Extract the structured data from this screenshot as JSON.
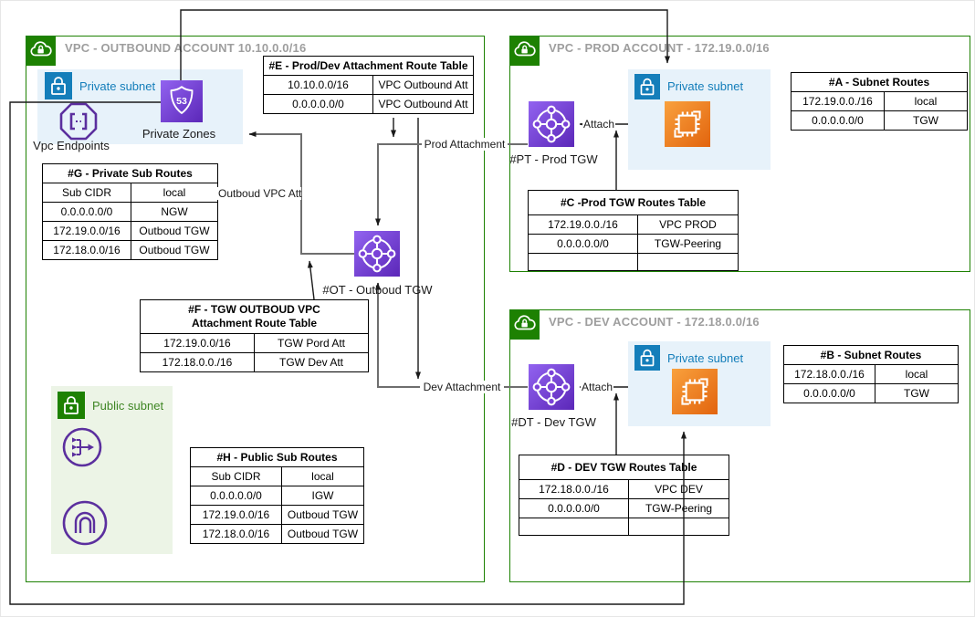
{
  "accounts": {
    "outbound": {
      "title": "VPC - OUTBOUND ACCOUNT 10.10.0.0/16"
    },
    "prod": {
      "title": "VPC - PROD ACCOUNT - 172.19.0.0/16"
    },
    "dev": {
      "title": "VPC - DEV ACCOUNT - 172.18.0.0/16"
    }
  },
  "subnets": {
    "outbound_private_label": "Private subnet",
    "outbound_public_label": "Public subnet",
    "prod_private_label": "Private subnet",
    "dev_private_label": "Private subnet"
  },
  "nodes": {
    "private_zones_label": "Private Zones",
    "vpc_endpoints_label": "Vpc Endpoints",
    "outbound_tgw_label": "#OT - Outboud TGW",
    "prod_tgw_label": "#PT - Prod TGW",
    "dev_tgw_label": "#DT - Dev TGW"
  },
  "edges": {
    "outboud_vpc_att": "Outboud VPC Att",
    "prod_attachment": "Prod Attachment",
    "dev_attachment": "Dev Attachment",
    "prod_attach": "Attach",
    "dev_attach": "Attach"
  },
  "tables": {
    "e": {
      "title": "#E - Prod/Dev Attachment Route Table",
      "rows": [
        [
          "10.10.0.0/16",
          "VPC Outbound Att"
        ],
        [
          "0.0.0.0.0/0",
          "VPC Outbound Att"
        ]
      ]
    },
    "g": {
      "title": "#G - Private Sub Routes",
      "rows": [
        [
          "Sub CIDR",
          "local"
        ],
        [
          "0.0.0.0.0/0",
          "NGW"
        ],
        [
          "172.19.0.0/16",
          "Outboud TGW"
        ],
        [
          "172.18.0.0/16",
          "Outboud TGW"
        ]
      ]
    },
    "f": {
      "title_line1": "#F - TGW OUTBOUD VPC",
      "title_line2": "Attachment Route Table",
      "rows": [
        [
          "172.19.0.0/16",
          "TGW Pord Att"
        ],
        [
          "172.18.0.0./16",
          "TGW Dev Att"
        ]
      ]
    },
    "h": {
      "title": "#H - Public Sub Routes",
      "rows": [
        [
          "Sub CIDR",
          "local"
        ],
        [
          "0.0.0.0.0/0",
          "IGW"
        ],
        [
          "172.19.0.0/16",
          "Outboud TGW"
        ],
        [
          "172.18.0.0/16",
          "Outboud TGW"
        ]
      ]
    },
    "a": {
      "title": "#A - Subnet Routes",
      "rows": [
        [
          "172.19.0.0./16",
          "local"
        ],
        [
          "0.0.0.0.0/0",
          "TGW"
        ]
      ]
    },
    "b": {
      "title": "#B - Subnet Routes",
      "rows": [
        [
          "172.18.0.0./16",
          "local"
        ],
        [
          "0.0.0.0.0/0",
          "TGW"
        ]
      ]
    },
    "c": {
      "title": "#C -Prod TGW Routes Table",
      "rows": [
        [
          "172.19.0.0./16",
          "VPC PROD"
        ],
        [
          "0.0.0.0.0/0",
          "TGW-Peering"
        ],
        [
          "",
          ""
        ]
      ]
    },
    "d": {
      "title": "#D - DEV TGW Routes Table",
      "rows": [
        [
          "172.18.0.0./16",
          "VPC DEV"
        ],
        [
          "0.0.0.0.0/0",
          "TGW-Peering"
        ],
        [
          "",
          ""
        ]
      ]
    }
  },
  "colors": {
    "vpc_green": "#1d8102",
    "subnet_blue": "#147eba",
    "private_fill": "#e7f2fa",
    "public_fill": "#ecf4e6",
    "aws_purple": "#7a42d8",
    "aws_orange": "#ed7100"
  }
}
